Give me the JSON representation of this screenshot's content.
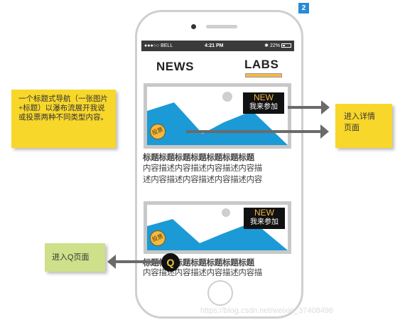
{
  "status_bar": {
    "carrier": "●●●○○ BELL",
    "time": "4:21 PM",
    "battery": "✱ 22%"
  },
  "nav": {
    "tab_news": "NEWS",
    "tab_labs": "LABS"
  },
  "cards": [
    {
      "tag_new": "NEW",
      "tag_join": "我来参加",
      "circle_label": "投票",
      "title": "标题标题标题标题标题标题标题",
      "desc_line1": "内容描述内容描述内容描述内容描",
      "desc_line2": "述内容描述内容描述内容描述内容"
    },
    {
      "tag_new": "NEW",
      "tag_join": "我来参加",
      "circle_label": "投票",
      "title": "标题标题标题标题标题标题标题",
      "desc_line1": "内容描述内容描述内容描述内容描"
    }
  ],
  "annotations": {
    "left_note": "一个标题式导航（一张图片+标题）以瀑布流展开我说或投票两种不同类型内容。",
    "right_note_line1": "进入详情",
    "right_note_line2": "页面",
    "q_note": "进入Q页面",
    "q_badge": "Q",
    "corner_badge": "2"
  },
  "watermark": "https://blog.csdn.net/weixin_37408496",
  "colors": {
    "mountain_blue": "#1b9ad6",
    "note_yellow": "#f8d72b",
    "note_green": "#cfe08a",
    "accent_orange": "#f5b942",
    "tag_black": "#111111"
  }
}
